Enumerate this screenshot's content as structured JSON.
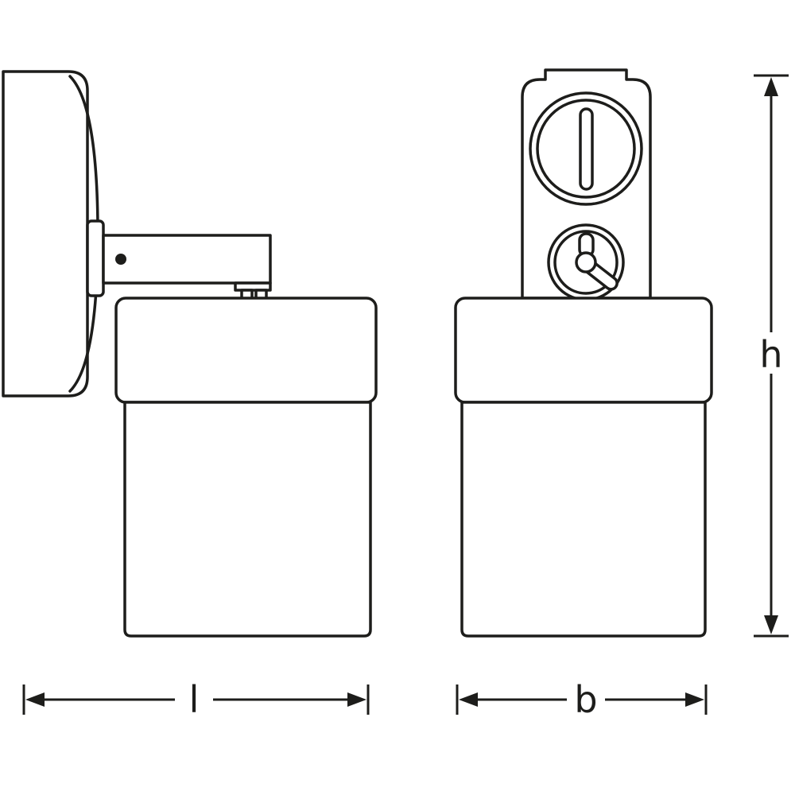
{
  "dimensions": {
    "length_label": "l",
    "width_label": "b",
    "height_label": "h"
  },
  "colors": {
    "line": "#1d1d1b",
    "background": "#ffffff"
  }
}
